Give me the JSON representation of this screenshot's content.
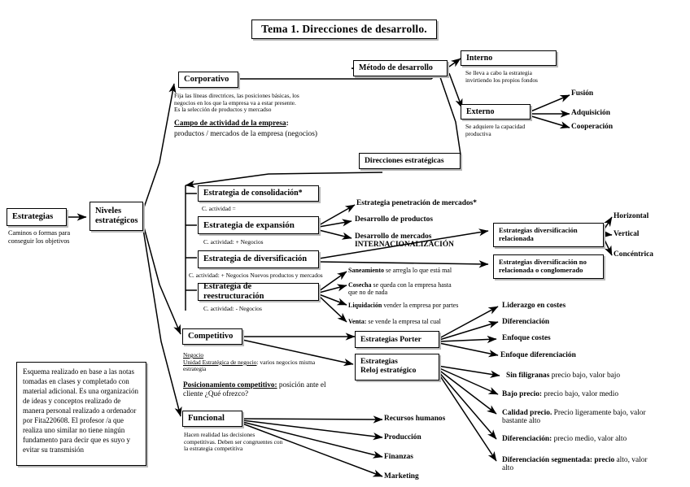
{
  "title": "Tema 1. Direcciones de desarrollo.",
  "root": {
    "estrategias_label": "Estrategias",
    "estrategias_desc": "Caminos o formas para conseguir los  objetivos",
    "niveles_label_1": "Niveles",
    "niveles_label_2": "estratégicos"
  },
  "corporativo": {
    "label": "Corporativo",
    "desc_1": "Fija las líneas directrices, las posiciones básicas, los",
    "desc_2": "negocios en los que la empresa va a estar presente.",
    "desc_3": "Es la selección de  productos y mercadso",
    "campo_title": "Campo de actividad de la empresa",
    "campo_colon": ":",
    "campo_desc": "productos / mercados de la empresa (negocios)"
  },
  "metodo": {
    "label": "Método de desarrollo",
    "interno": {
      "label": "Interno",
      "desc_1": "Se lleva a cabo la estrategia",
      "desc_2": "invirtiendo los propios fondos"
    },
    "externo": {
      "label": "Externo",
      "desc_1": "Se adquiere la capacidad",
      "desc_2": "productiva",
      "children": [
        "Fusión",
        "Adquisición",
        "Cooperación"
      ]
    }
  },
  "direcciones_estrategicas": {
    "label": "Direcciones estratégicas"
  },
  "estrategias_boxes": [
    {
      "label": "Estrategia de  consolidación*",
      "note": "C. actividad ="
    },
    {
      "label": "Estrategia de  expansión",
      "note": "C. actividad: + Negocios"
    },
    {
      "label": "Estrategia de  diversificación",
      "note": "C. actividad: + Negocios Nuevos  productos y mercados"
    },
    {
      "label": "Estrategia de  reestructuración",
      "note": "C. actividad: - Negocios"
    }
  ],
  "expansion_children": [
    {
      "label": "Estrategia penetración de mercados*",
      "label2": ""
    },
    {
      "label": "Desarrollo de productos",
      "label2": ""
    },
    {
      "label": "Desarrollo de mercados",
      "label2": "INTERNACIONALIZACIÓN"
    }
  ],
  "diversificacion_children": [
    {
      "line1": "Estrategias diversificación",
      "line2": "relacionada"
    },
    {
      "line1": "Estrategias diversificación no",
      "line2": "relacionada o conglomerado"
    }
  ],
  "diversificacion_relacionada_children": [
    "Horizontal",
    "Vertical",
    "Concéntrica"
  ],
  "reestructuracion_children": [
    {
      "bold": "Saneamiento",
      "rest": " se arregla lo que está mal",
      "rest2": ""
    },
    {
      "bold": "Cosecha",
      "rest": " se queda con la empresa hasta",
      "rest2": "que no de nada"
    },
    {
      "bold": "Liquidación",
      "rest": " vender la empresa por partes",
      "rest2": ""
    },
    {
      "bold": "Venta:",
      "rest": " se vende la empresa tal cual",
      "rest2": ""
    }
  ],
  "competitivo": {
    "label": "Competitivo",
    "negocio_title": "Negocio",
    "unidad_line": "Unidad   Estratégica de  negocio",
    "unidad_rest": ": varios negocios   misma",
    "unidad_rest2": "estrategia",
    "posicionamiento_title": "Posicionamiento competitivo:",
    "posicionamiento_rest": " posición ante el",
    "posicionamiento_rest2": "cliente ¿Qué ofrezco?"
  },
  "porter": {
    "label": "Estrategias Porter",
    "children": [
      "Liderazgo en costes",
      "Diferenciación",
      "Enfoque costes",
      "Enfoque  diferenciación"
    ]
  },
  "reloj": {
    "label_1": "Estrategias",
    "label_2": "Reloj estratégico",
    "children": [
      {
        "bold": "Sin filigranas",
        "rest": "  precio bajo, valor bajo",
        "rest2": ""
      },
      {
        "bold": "Bajo precio:",
        "rest": " precio bajo, valor medio",
        "rest2": ""
      },
      {
        "bold": "Calidad precio.",
        "rest": " Precio ligeramente bajo, valor",
        "rest2": "bastante alto"
      },
      {
        "bold": "Diferenciación:",
        "rest": " precio medio, valor alto",
        "rest2": ""
      },
      {
        "bold": "Diferenciación segmentada: precio",
        "rest": " alto, valor",
        "rest2": "alto"
      }
    ]
  },
  "funcional": {
    "label": "Funcional",
    "desc_1": "Hacen realidad las  decisiones",
    "desc_2": "competitivas. Deben ser congruentes con",
    "desc_3": "la estrategia  competitiva",
    "children": [
      "Recursos humanos",
      "Producción",
      "Finanzas",
      "Marketing"
    ]
  },
  "footer_note": "Esquema realizado en base a las notas tomadas en clases y completado con material adicional. Es una organización de ideas y conceptos realizado de manera personal realizado a ordenador por Fita220608. El profesor /a que realiza uno similar no tiene ningún fundamento para decir que es suyo y evitar su transmisión"
}
